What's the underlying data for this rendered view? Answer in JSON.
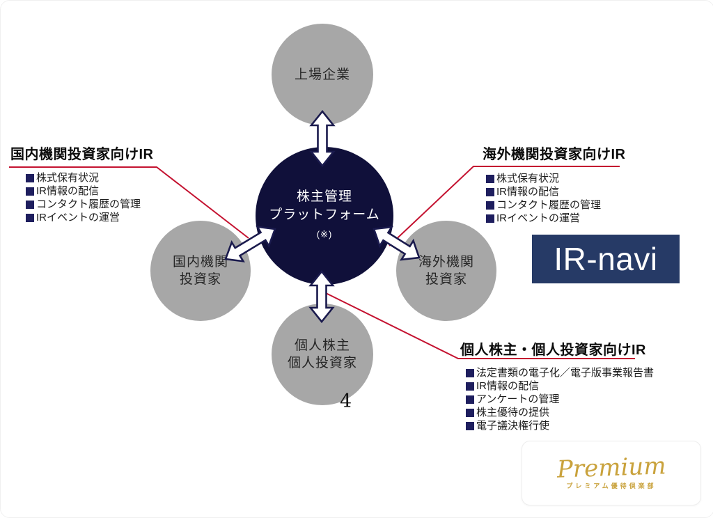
{
  "page": {
    "page_number": "4"
  },
  "diagram": {
    "center": {
      "line1": "株主管理",
      "line2": "プラットフォーム",
      "note": "(※)"
    },
    "nodes": {
      "listed": {
        "line1": "上場企業",
        "line2": ""
      },
      "domestic": {
        "line1": "国内機関",
        "line2": "投資家"
      },
      "overseas": {
        "line1": "海外機関",
        "line2": "投資家"
      },
      "individual": {
        "line1": "個人株主",
        "line2": "個人投資家"
      }
    }
  },
  "callouts": {
    "domestic": {
      "title": "国内機関投資家向けIR",
      "items": [
        "株式保有状況",
        "IR情報の配信",
        "コンタクト履歴の管理",
        "IRイベントの運営"
      ]
    },
    "overseas": {
      "title": "海外機関投資家向けIR",
      "items": [
        "株式保有状況",
        "IR情報の配信",
        "コンタクト履歴の管理",
        "IRイベントの運営"
      ]
    },
    "individual": {
      "title": "個人株主・個人投資家向けIR",
      "items": [
        "法定書類の電子化／電子版事業報告書",
        "IR情報の配信",
        "アンケートの管理",
        "株主優待の提供",
        "電子議決権行使"
      ]
    }
  },
  "logos": {
    "ir_navi": "IR-navi",
    "premium": {
      "script": "Premium",
      "subtitle": "プレミアム優待倶楽部"
    }
  },
  "colors": {
    "center_navy": "#10103a",
    "node_gray": "#a7a7a7",
    "connector_red": "#c41230",
    "bullet_navy": "#1e1e5e",
    "irnavi_navy": "#263a66",
    "premium_gold": "#c9a23c"
  }
}
